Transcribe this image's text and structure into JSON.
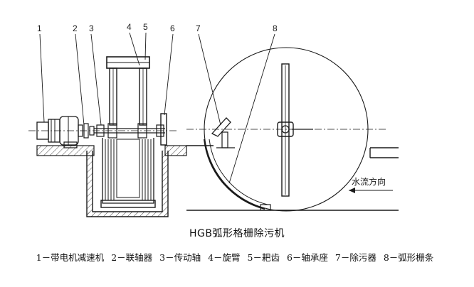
{
  "callouts": [
    "1",
    "2",
    "3",
    "4",
    "5",
    "6",
    "7",
    "8"
  ],
  "flow_label": "水流方向",
  "title": "HGB弧形格栅除污机",
  "legend": [
    "1－带电机减速机",
    "2－联轴器",
    "3－传动轴",
    "4－旋臂",
    "5－耙齿",
    "6－轴承座",
    "7－除污器",
    "8－弧形栅条"
  ],
  "colors": {
    "ink": "#1a1a1a",
    "background": "#ffffff"
  }
}
